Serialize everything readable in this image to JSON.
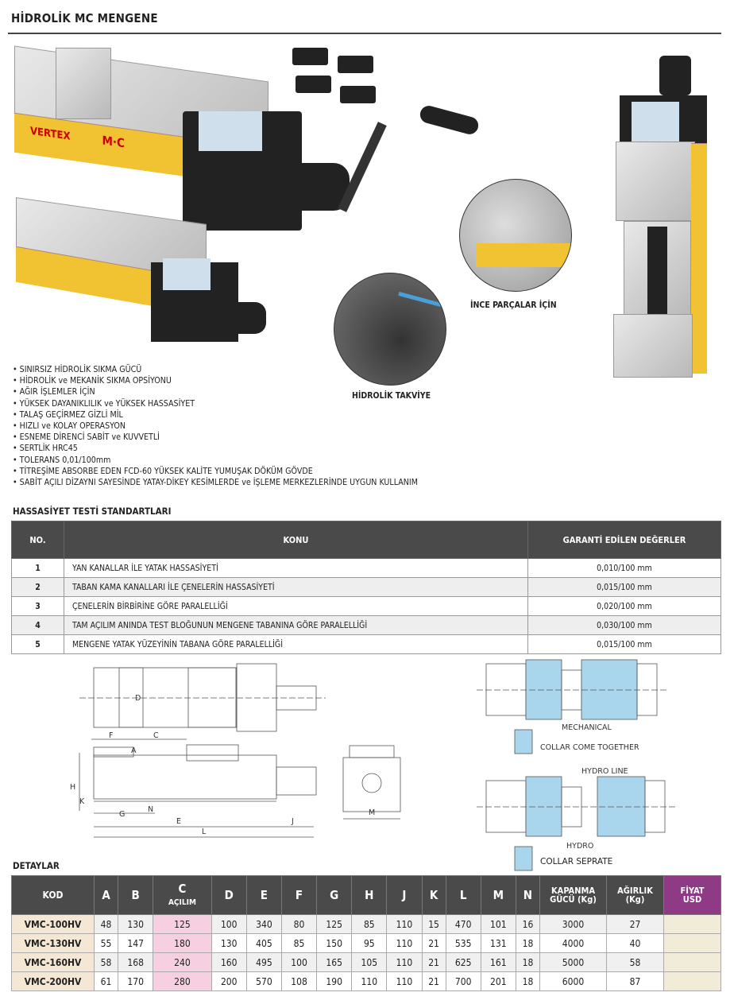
{
  "title": "HİDROLİK MC MENGENE",
  "photos": {
    "brand": "VERTEX",
    "model_mark": "M·C",
    "caption_thin": "İNCE PARÇALAR İÇİN",
    "caption_hydro": "HİDROLİK TAKVİYE"
  },
  "features": [
    "SINIRSIZ HİDROLİK SIKMA GÜCÜ",
    "HİDROLİK ve MEKANİK SIKMA OPSİYONU",
    "AĞIR İŞLEMLER İÇİN",
    "YÜKSEK DAYANIKLILIK ve YÜKSEK HASSASİYET",
    "TALAŞ GEÇİRMEZ GİZLİ MİL",
    "HIZLI ve KOLAY OPERASYON",
    "ESNEME DİRENCİ SABİT ve KUVVETLİ",
    "SERTLİK HRC45",
    "TOLERANS 0,01/100mm",
    "TİTREŞİME ABSORBE EDEN FCD-60 YÜKSEK KALİTE YUMUŞAK DÖKÜM GÖVDE",
    "SABİT AÇILI DİZAYNI SAYESİNDE YATAY-DİKEY KESİMLERDE ve İŞLEME MERKEZLERİNDE UYGUN KULLANIM"
  ],
  "accuracy": {
    "heading": "HASSASİYET TESTİ STANDARTLARI",
    "headers": [
      "NO.",
      "KONU",
      "GARANTİ EDİLEN DEĞERLER"
    ],
    "rows": [
      [
        "1",
        "YAN KANALLAR İLE YATAK HASSASİYETİ",
        "0,010/100 mm"
      ],
      [
        "2",
        "TABAN KAMA KANALLARI İLE ÇENELERİN HASSASİYETİ",
        "0,015/100 mm"
      ],
      [
        "3",
        "ÇENELERİN BİRBİRİNE GÖRE PARALELLİĞİ",
        "0,020/100 mm"
      ],
      [
        "4",
        "TAM AÇILIM ANINDA TEST BLOĞUNUN MENGENE TABANINA GÖRE PARALELLİĞİ",
        "0,030/100 mm"
      ],
      [
        "5",
        "MENGENE YATAK YÜZEYİNİN TABANA GÖRE PARALELLİĞİ",
        "0,015/100 mm"
      ]
    ]
  },
  "diagram": {
    "labels": {
      "D": "D",
      "F": "F",
      "C": "C",
      "A": "A",
      "H": "H",
      "K": "K",
      "G": "G",
      "N": "N",
      "E": "E",
      "L": "L",
      "J": "J",
      "M": "M"
    },
    "mechanical": "MECHANICAL",
    "collar_come": "COLLAR  COME TOGETHER",
    "hydro_line": "HYDRO LINE",
    "hydro": "HYDRO",
    "collar_sep": "COLLAR  SEPRATE"
  },
  "details": {
    "heading": "DETAYLAR",
    "headers": {
      "kod": "KOD",
      "A": "A",
      "B": "B",
      "C": "C",
      "C_sub": "AÇILIM",
      "D": "D",
      "E": "E",
      "F": "F",
      "G": "G",
      "H": "H",
      "J": "J",
      "K": "K",
      "L": "L",
      "M": "M",
      "N": "N",
      "force1": "KAPANMA",
      "force2": "GÜCÜ (Kg)",
      "weight1": "AĞIRLIK",
      "weight2": "(Kg)",
      "price1": "FİYAT",
      "price2": "USD"
    },
    "rows": [
      [
        "VMC-100HV",
        "48",
        "130",
        "125",
        "100",
        "340",
        "80",
        "125",
        "85",
        "110",
        "15",
        "470",
        "101",
        "16",
        "3000",
        "27",
        ""
      ],
      [
        "VMC-130HV",
        "55",
        "147",
        "180",
        "130",
        "405",
        "85",
        "150",
        "95",
        "110",
        "21",
        "535",
        "131",
        "18",
        "4000",
        "40",
        ""
      ],
      [
        "VMC-160HV",
        "58",
        "168",
        "240",
        "160",
        "495",
        "100",
        "165",
        "105",
        "110",
        "21",
        "625",
        "161",
        "18",
        "5000",
        "58",
        ""
      ],
      [
        "VMC-200HV",
        "61",
        "170",
        "280",
        "200",
        "570",
        "108",
        "190",
        "110",
        "110",
        "21",
        "700",
        "201",
        "18",
        "6000",
        "87",
        ""
      ]
    ]
  }
}
